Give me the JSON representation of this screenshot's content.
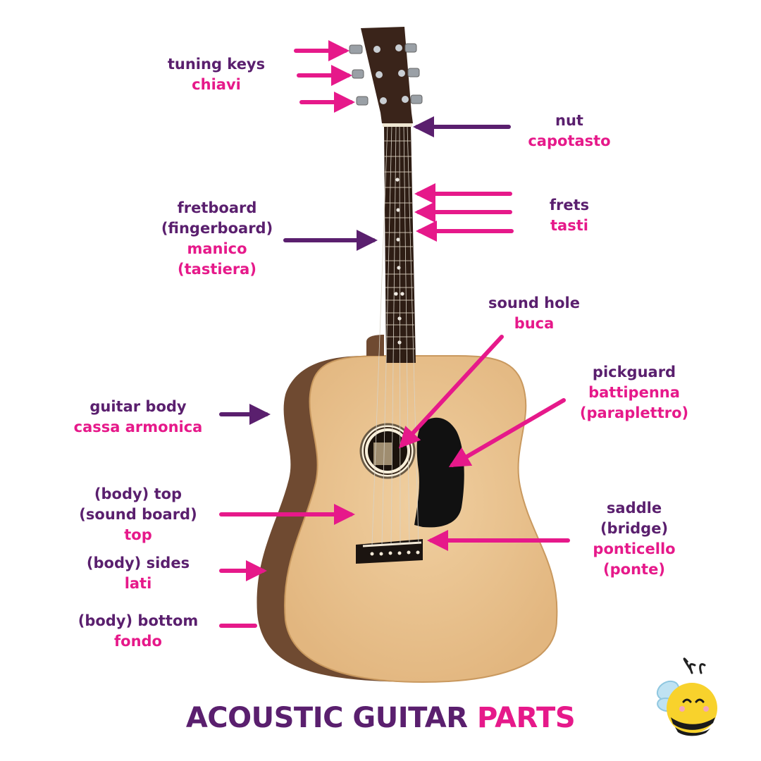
{
  "colors": {
    "english": "#5a1f6e",
    "italian": "#e6198a",
    "wood_top": "#e9c493",
    "wood_sides": "#7a5236",
    "neck": "#3b2418"
  },
  "labels": {
    "tuning_keys": {
      "en": "tuning keys",
      "it": "chiavi"
    },
    "nut": {
      "en": "nut",
      "it": "capotasto"
    },
    "fretboard": {
      "en1": "fretboard",
      "en2": "(fingerboard)",
      "it1": "manico",
      "it2": "(tastiera)"
    },
    "frets": {
      "en": "frets",
      "it": "tasti"
    },
    "sound_hole": {
      "en": "sound hole",
      "it": "buca"
    },
    "pickguard": {
      "en": "pickguard",
      "it1": "battipenna",
      "it2": "(paraplettro)"
    },
    "guitar_body": {
      "en": "guitar body",
      "it": "cassa armonica"
    },
    "body_top": {
      "en1": "(body) top",
      "en2": "(sound board)",
      "it": "top"
    },
    "saddle": {
      "en1": "saddle",
      "en2": "(bridge)",
      "it1": "ponticello",
      "it2": "(ponte)"
    },
    "body_sides": {
      "en": "(body) sides",
      "it": "lati"
    },
    "body_bottom": {
      "en": "(body) bottom",
      "it": "fondo"
    }
  },
  "title": {
    "part1": "ACOUSTIC GUITAR ",
    "part2": "PARTS"
  },
  "icons": {
    "mascot": "bee-icon",
    "illustration": "acoustic-guitar"
  }
}
